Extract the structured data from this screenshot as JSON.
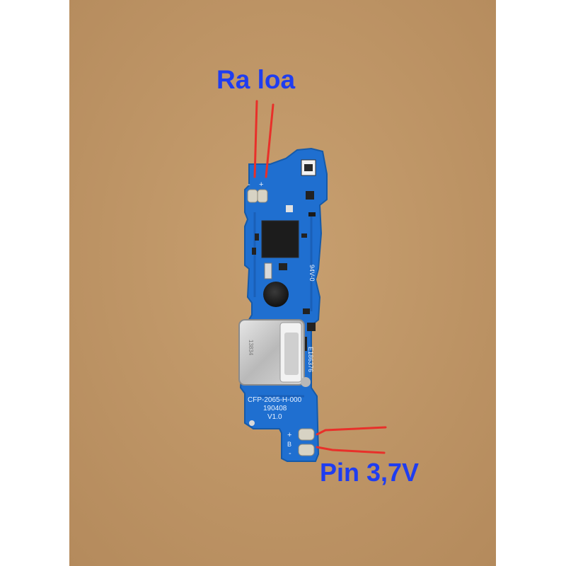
{
  "photo": {
    "subject": "pcb-board",
    "background_color": "#c49a6c",
    "pcb_color": "#1f6fd0",
    "annotation_line_color": "#e8302a",
    "annotation_text_color": "#1f3df0"
  },
  "annotations": {
    "speaker_output": "Ra loa",
    "battery": "Pin 3,7V"
  },
  "board_markings": {
    "part_number": "CFP-2065-H-000",
    "date_code": "190408",
    "version": "V1.0",
    "rating": "94V-0",
    "code": "E186376",
    "connector_code": "13834",
    "speaker_minus": "-",
    "speaker_plus": "+",
    "battery_plus": "+",
    "battery_b": "B",
    "battery_minus": "-"
  }
}
